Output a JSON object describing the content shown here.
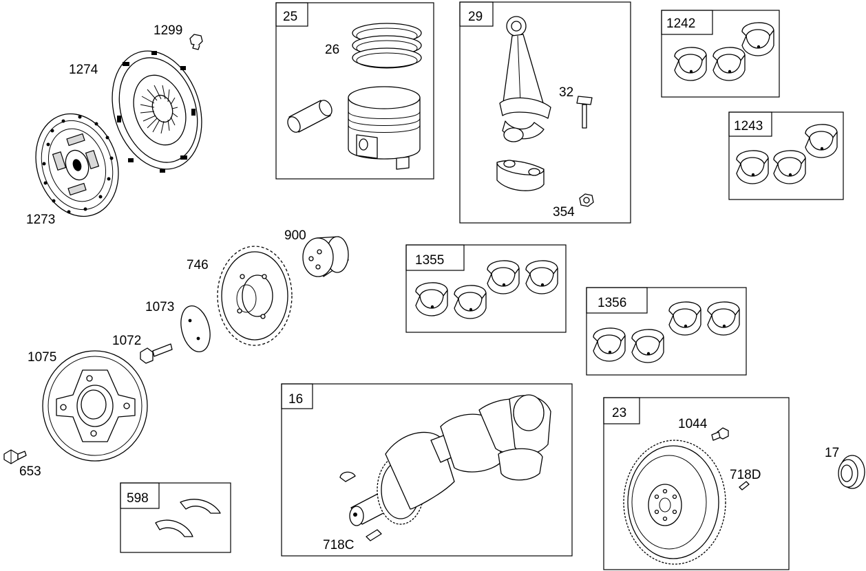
{
  "parts": [
    {
      "id": "p1299",
      "ref": "1299"
    },
    {
      "id": "p1274",
      "ref": "1274"
    },
    {
      "id": "p1273",
      "ref": "1273"
    },
    {
      "id": "p25",
      "ref": "25"
    },
    {
      "id": "p26",
      "ref": "26"
    },
    {
      "id": "p29",
      "ref": "29"
    },
    {
      "id": "p32",
      "ref": "32"
    },
    {
      "id": "p354",
      "ref": "354"
    },
    {
      "id": "p1242",
      "ref": "1242"
    },
    {
      "id": "p1243",
      "ref": "1243"
    },
    {
      "id": "p900",
      "ref": "900"
    },
    {
      "id": "p746",
      "ref": "746"
    },
    {
      "id": "p1073",
      "ref": "1073"
    },
    {
      "id": "p1072",
      "ref": "1072"
    },
    {
      "id": "p1075",
      "ref": "1075"
    },
    {
      "id": "p653",
      "ref": "653"
    },
    {
      "id": "p1355",
      "ref": "1355"
    },
    {
      "id": "p1356",
      "ref": "1356"
    },
    {
      "id": "p16",
      "ref": "16"
    },
    {
      "id": "p718C",
      "ref": "718C"
    },
    {
      "id": "p23",
      "ref": "23"
    },
    {
      "id": "p1044",
      "ref": "1044"
    },
    {
      "id": "p718D",
      "ref": "718D"
    },
    {
      "id": "p17",
      "ref": "17"
    },
    {
      "id": "p598",
      "ref": "598"
    }
  ]
}
